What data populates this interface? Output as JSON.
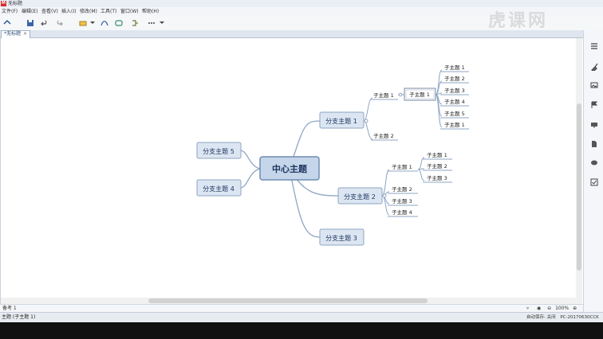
{
  "window": {
    "title": "无标题"
  },
  "menu": [
    "文件(F)",
    "编辑(E)",
    "查看(V)",
    "插入(I)",
    "修改(M)",
    "工具(T)",
    "窗口(W)",
    "帮助(H)"
  ],
  "tab": {
    "label": "*无标题"
  },
  "mindmap": {
    "center": "中心主题",
    "branches": [
      "分支主题 1",
      "分支主题 2",
      "分支主题 3",
      "分支主题 4",
      "分支主题 5"
    ],
    "b1_sub": [
      "子主题 1",
      "子主题 2"
    ],
    "b1_sub1_child": "子主题 1",
    "b1_sub1_child_children": [
      "子主题 1",
      "子主题 2",
      "子主题 3",
      "子主题 4",
      "子主题 5",
      "子主题 1"
    ],
    "b2_sub": [
      "子主题 1",
      "子主题 2",
      "子主题 3",
      "子主题 4"
    ],
    "b2_sub1_children": [
      "子主题 1",
      "子主题 2",
      "子主题 3"
    ]
  },
  "notes": {
    "label": "备考 1",
    "zoom": "100%"
  },
  "status": {
    "left": "主题 (子主题 1)",
    "autosave": "自动保存: 关闭",
    "pc": "PC-20170630CCK"
  },
  "watermark": {
    "text": "虎课网"
  },
  "colors": {
    "node_fill": "#dce6f2",
    "node_border": "#8ea4c2",
    "center_fill": "#c6d6ea",
    "line": "#8fa6c3",
    "accent": "#2b5797"
  }
}
